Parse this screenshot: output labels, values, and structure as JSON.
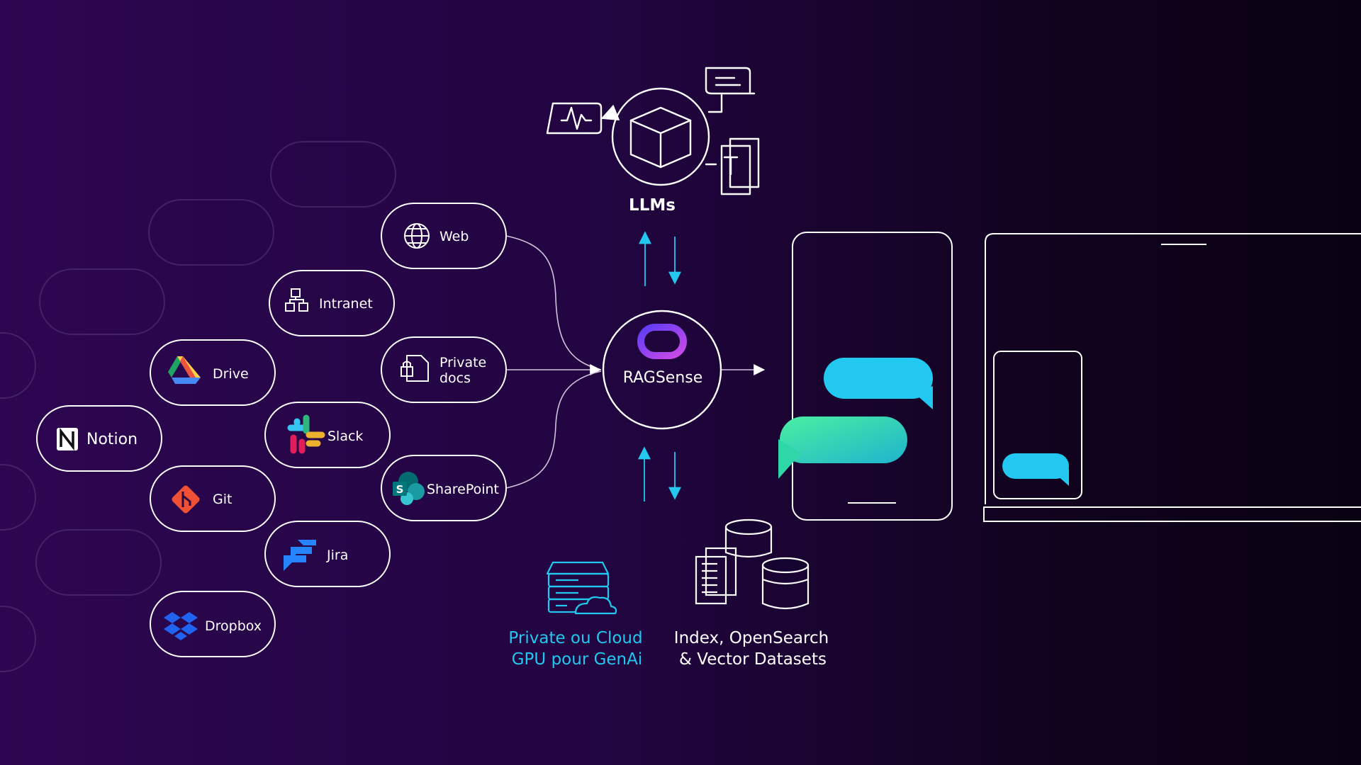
{
  "llm": {
    "label": "LLMs"
  },
  "hub": {
    "label": "RAGSense"
  },
  "sources": [
    {
      "label": "Web"
    },
    {
      "label": "Intranet"
    },
    {
      "label": "Private"
    },
    {
      "label": "docs"
    },
    {
      "label": "Drive"
    },
    {
      "label": "Slack"
    },
    {
      "label": "Notion"
    },
    {
      "label": "Git"
    },
    {
      "label": "SharePoint"
    },
    {
      "label": "Jira"
    },
    {
      "label": "Dropbox"
    }
  ],
  "gpu": {
    "line1": "Private ou Cloud",
    "line2": "GPU pour GenAi"
  },
  "index": {
    "line1": "Index, OpenSearch",
    "line2": "& Vector Datasets"
  },
  "colors": {
    "accent": "#22c8ef",
    "hub_grad_start": "#7d3cf0",
    "hub_grad_end": "#d04ae8",
    "bubble_green": "#35e09a"
  }
}
